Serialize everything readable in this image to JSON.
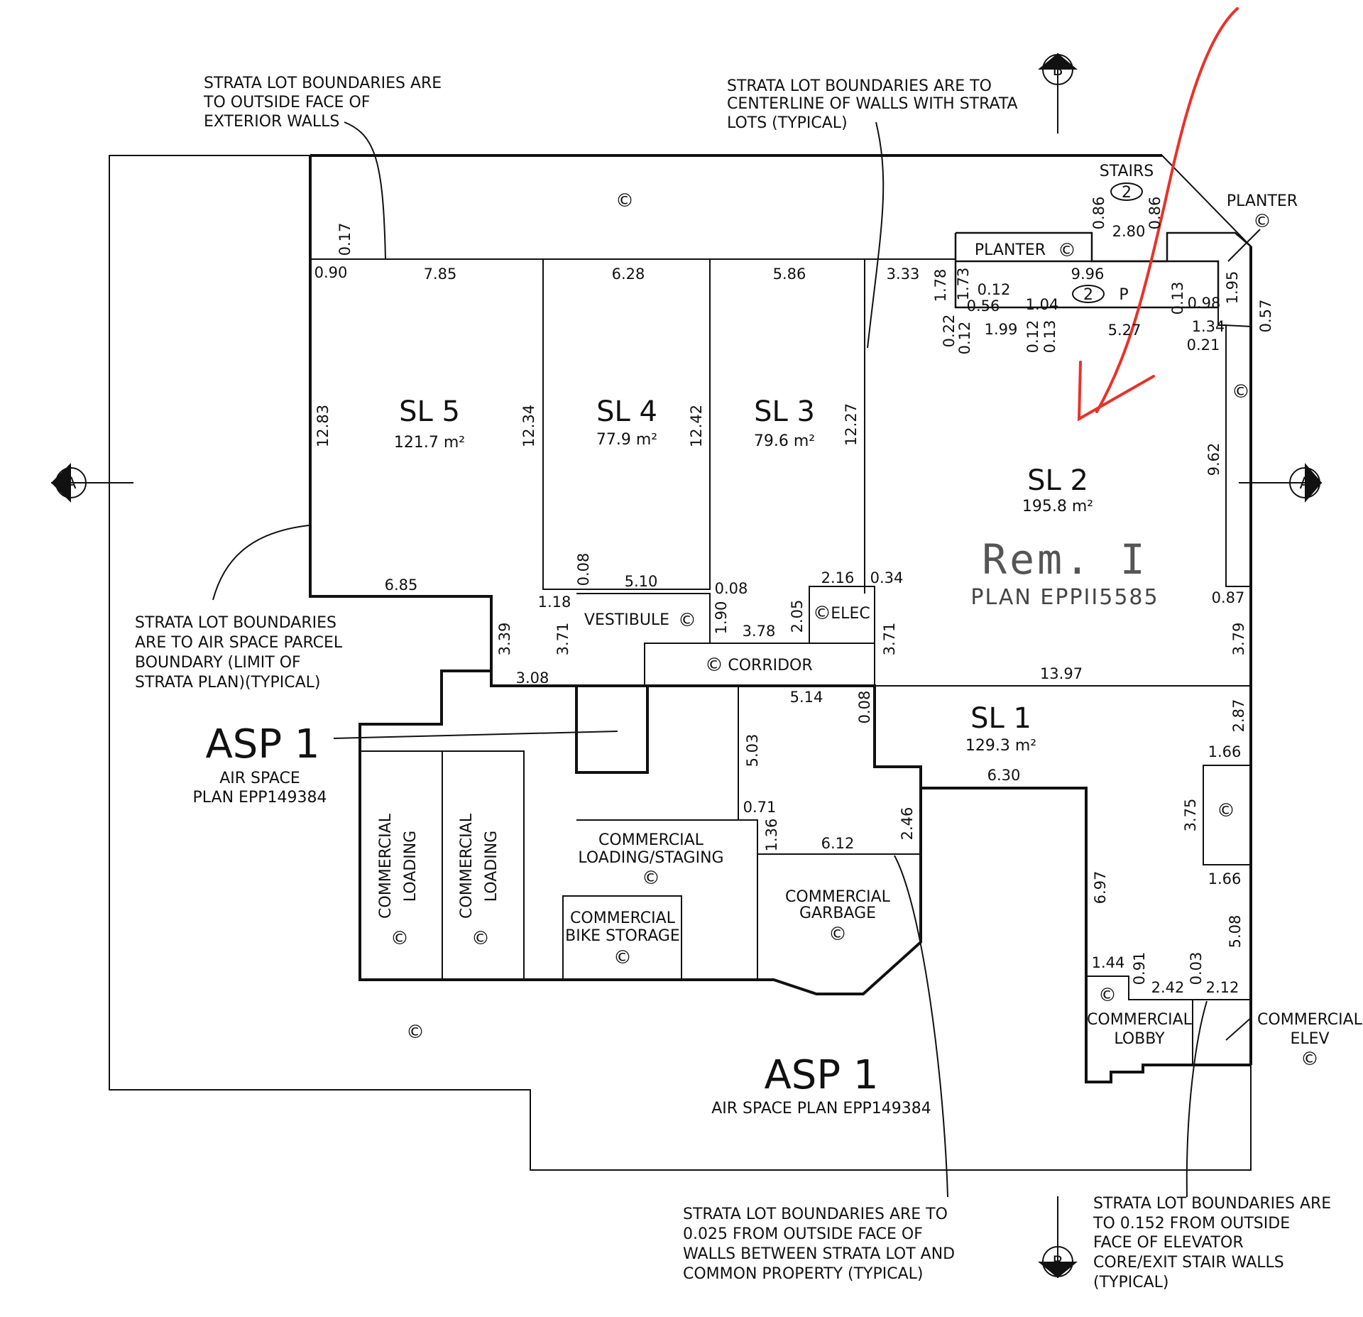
{
  "notes": {
    "exterior_walls": [
      "STRATA LOT BOUNDARIES ARE",
      "TO OUTSIDE FACE OF",
      "EXTERIOR WALLS"
    ],
    "centerline": [
      "STRATA LOT BOUNDARIES ARE TO",
      "CENTERLINE OF WALLS WITH STRATA",
      "LOTS (TYPICAL)"
    ],
    "air_space": [
      "STRATA LOT BOUNDARIES",
      "ARE TO AIR SPACE PARCEL",
      "BOUNDARY (LIMIT OF",
      "STRATA PLAN)(TYPICAL)"
    ],
    "common_property": [
      "STRATA LOT BOUNDARIES ARE TO",
      "0.025 FROM OUTSIDE FACE OF",
      "WALLS BETWEEN STRATA LOT AND",
      "COMMON PROPERTY (TYPICAL)"
    ],
    "elevator": [
      "STRATA LOT BOUNDARIES ARE",
      "TO 0.152 FROM OUTSIDE",
      "FACE OF ELEVATOR",
      "CORE/EXIT STAIR WALLS",
      "(TYPICAL)"
    ]
  },
  "section_markers": {
    "a": "A",
    "b": "B"
  },
  "common_symbol": "©",
  "lots": [
    {
      "id": "SL  5",
      "area": "121.7  m²"
    },
    {
      "id": "SL  4",
      "area": "77.9  m²"
    },
    {
      "id": "SL  3",
      "area": "79.6  m²"
    },
    {
      "id": "SL  2",
      "area": "195.8  m²"
    },
    {
      "id": "SL  1",
      "area": "129.3  m²"
    }
  ],
  "remainder": {
    "label": "Rem. I",
    "plan": "PLAN EPPII5585"
  },
  "asp": {
    "label": "ASP  1",
    "left_sub": [
      "AIR SPACE",
      "PLAN EPP149384"
    ],
    "bottom_sub": "AIR SPACE PLAN EPP149384"
  },
  "rooms": {
    "stairs": "STAIRS",
    "stairs_num": "2",
    "planter": "PLANTER",
    "p_num": "2",
    "p_label": "P",
    "vestibule": "VESTIBULE",
    "corridor": "CORRIDOR",
    "elec": "ELEC",
    "loading": [
      "COMMERCIAL",
      "LOADING"
    ],
    "staging": [
      "COMMERCIAL",
      "LOADING/STAGING"
    ],
    "bike": [
      "COMMERCIAL",
      "BIKE STORAGE"
    ],
    "garbage": [
      "COMMERCIAL",
      "GARBAGE"
    ],
    "lobby": [
      "COMMERCIAL",
      "LOBBY"
    ],
    "elev": [
      "COMMERCIAL",
      "ELEV"
    ]
  },
  "dims": {
    "d017": "0.17",
    "d090": "0.90",
    "d785": "7.85",
    "d628": "6.28",
    "d586": "5.86",
    "d333": "3.33",
    "d178": "1.78",
    "d173": "1.73",
    "d012a": "0.12",
    "d056": "0.56",
    "d104": "1.04",
    "d996": "9.96",
    "d280": "2.80",
    "d086a": "0.86",
    "d086b": "0.86",
    "d013a": "0.13",
    "d098": "0.98",
    "d195": "1.95",
    "d057": "0.57",
    "d022": "0.22",
    "d012b": "0.12",
    "d199": "1.99",
    "d012c": "0.12",
    "d013b": "0.13",
    "d527": "5.27",
    "d134": "1.34",
    "d021": "0.21",
    "d1283": "12.83",
    "d1234": "12.34",
    "d1242": "12.42",
    "d1227": "12.27",
    "d962": "9.62",
    "d008a": "0.08",
    "d510": "5.10",
    "d008b": "0.08",
    "d216": "2.16",
    "d034": "0.34",
    "d087": "0.87",
    "d685": "6.85",
    "d118": "1.18",
    "d339": "3.39",
    "d371a": "3.71",
    "d190": "1.90",
    "d378": "3.78",
    "d205": "2.05",
    "d371b": "3.71",
    "d379": "3.79",
    "d308": "3.08",
    "d1397": "13.97",
    "d514": "5.14",
    "d008c": "0.08",
    "d287": "2.87",
    "d166a": "1.66",
    "d503": "5.03",
    "d630": "6.30",
    "d375": "3.75",
    "d071": "0.71",
    "d136": "1.36",
    "d612": "6.12",
    "d246": "2.46",
    "d697": "6.97",
    "d166b": "1.66",
    "d508": "5.08",
    "d144": "1.44",
    "d091": "0.91",
    "d003": "0.03",
    "d242": "2.42",
    "d212": "2.12"
  },
  "colors": {
    "ink": "#111111",
    "annotation": "#e8322a",
    "faint": "#555555"
  }
}
